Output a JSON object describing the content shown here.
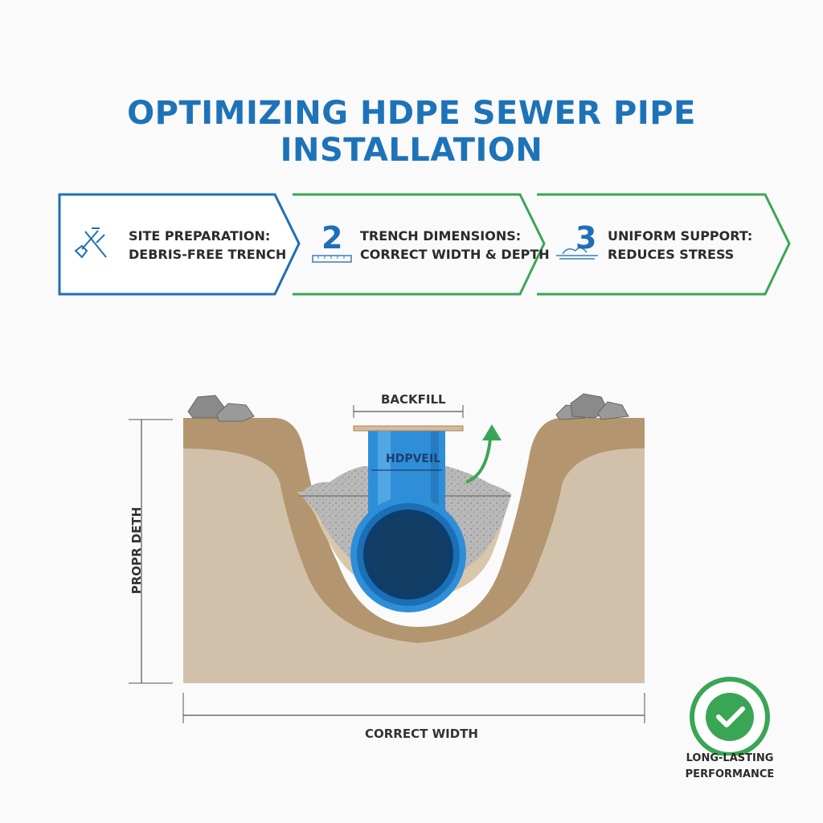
{
  "title": "OPTIMIZING HDPE SEWER PIPE INSTALLATION",
  "steps": [
    {
      "line1": "SITE PREPARATION:",
      "line2": "DEBRIS-FREE TRENCH",
      "icon": "shovel-icon",
      "color": "#1e6fb8"
    },
    {
      "number": "2",
      "line1": "TRENCH DIMENSIONS:",
      "line2": "CORRECT WIDTH & DEPTH",
      "icon": "ruler-icon",
      "color": "#3aa655"
    },
    {
      "number": "3",
      "line1": "UNIFORM SUPPORT:",
      "line2": "REDUCES STRESS",
      "icon": "bedding-icon",
      "color": "#3aa655"
    }
  ],
  "diagram": {
    "backfill_label": "BACKFILL",
    "pipe_label": "HDPVEIL",
    "depth_label": "PROPR DETH",
    "width_label": "CORRECT WIDTH"
  },
  "badge": {
    "line1": "LONG-LASTING",
    "line2": "PERFORMANCE",
    "icon": "check-icon",
    "color": "#3aa655"
  },
  "colors": {
    "title": "#1e73b8",
    "pipe": "#2e8fd8",
    "soil": "#d2c1aa",
    "soil_edge": "#a88a66"
  }
}
